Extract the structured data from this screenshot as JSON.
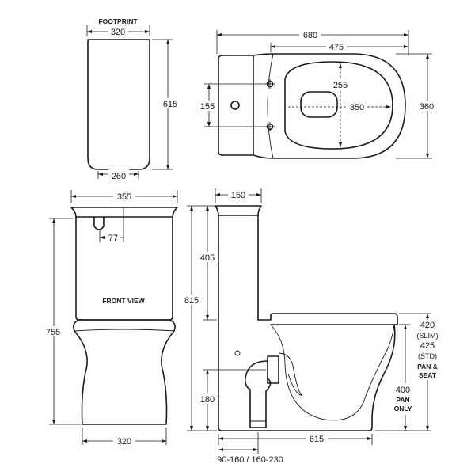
{
  "labels": {
    "footprint": "FOOTPRINT",
    "front_view": "FRONT VIEW"
  },
  "footprint": {
    "width": "320",
    "height": "615",
    "bottom_width": "260"
  },
  "top_view": {
    "overall_length": "680",
    "pan_length": "475",
    "depth": "360",
    "bowl_length": "255",
    "bowl_width": "350",
    "fixing_spacing": "155"
  },
  "front_view": {
    "cistern_width": "355",
    "button_offset": "77",
    "base_width": "320",
    "overall_height": "755"
  },
  "side_view": {
    "cistern_depth": "150",
    "cistern_height": "405",
    "overall_height": "815",
    "outlet_height": "180",
    "base_length": "615",
    "setout": "90-160 / 160-230",
    "seat_height": {
      "slim_value": "420",
      "slim_label": "(SLIM)",
      "std_value": "425",
      "std_label": "(STD)",
      "pan_seat_label_1": "PAN &",
      "pan_seat_label_2": "SEAT"
    },
    "pan_height": {
      "value": "400",
      "label_1": "PAN",
      "label_2": "ONLY"
    }
  }
}
